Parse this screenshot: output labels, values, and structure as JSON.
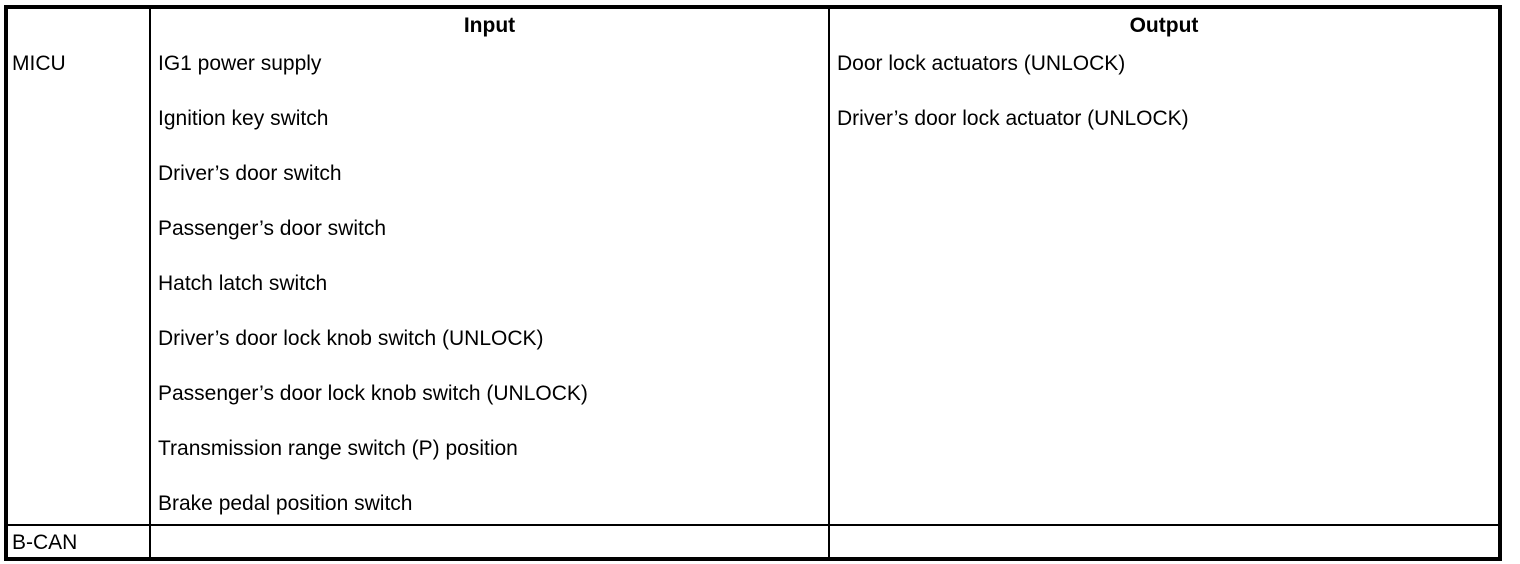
{
  "table": {
    "columns": [
      {
        "key": "system",
        "label": ""
      },
      {
        "key": "input",
        "label": "Input"
      },
      {
        "key": "output",
        "label": "Output"
      }
    ],
    "rows": [
      {
        "system": "MICU",
        "inputs": [
          "IG1 power supply",
          "Ignition key switch",
          "Driver’s door switch",
          "Passenger’s door switch",
          "Hatch latch switch",
          "Driver’s door lock knob switch (UNLOCK)",
          "Passenger’s door lock knob switch (UNLOCK)",
          "Transmission range switch (P) position",
          "Brake pedal position switch"
        ],
        "outputs": [
          "Door lock actuators (UNLOCK)",
          "Driver’s door lock actuator (UNLOCK)"
        ]
      },
      {
        "system": "B-CAN",
        "inputs": [],
        "outputs": []
      }
    ]
  },
  "style": {
    "border_color": "#000000",
    "text_color": "#000000",
    "background": "#ffffff"
  }
}
